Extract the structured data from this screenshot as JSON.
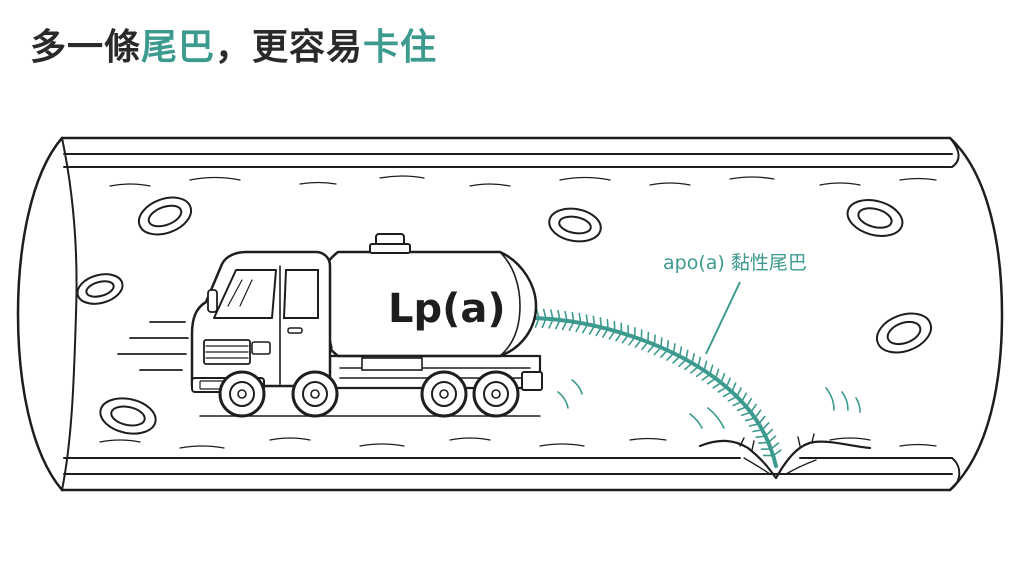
{
  "title": {
    "part1": "多一條",
    "part2": "尾巴",
    "part3": "，更容易",
    "part4": "卡住"
  },
  "labels": {
    "tank": "Lp(a)",
    "tail": "apo(a) 黏性尾巴"
  },
  "colors": {
    "accent": "#3c9a8e",
    "ink": "#1e1e1e",
    "title": "#2a2a2a"
  }
}
